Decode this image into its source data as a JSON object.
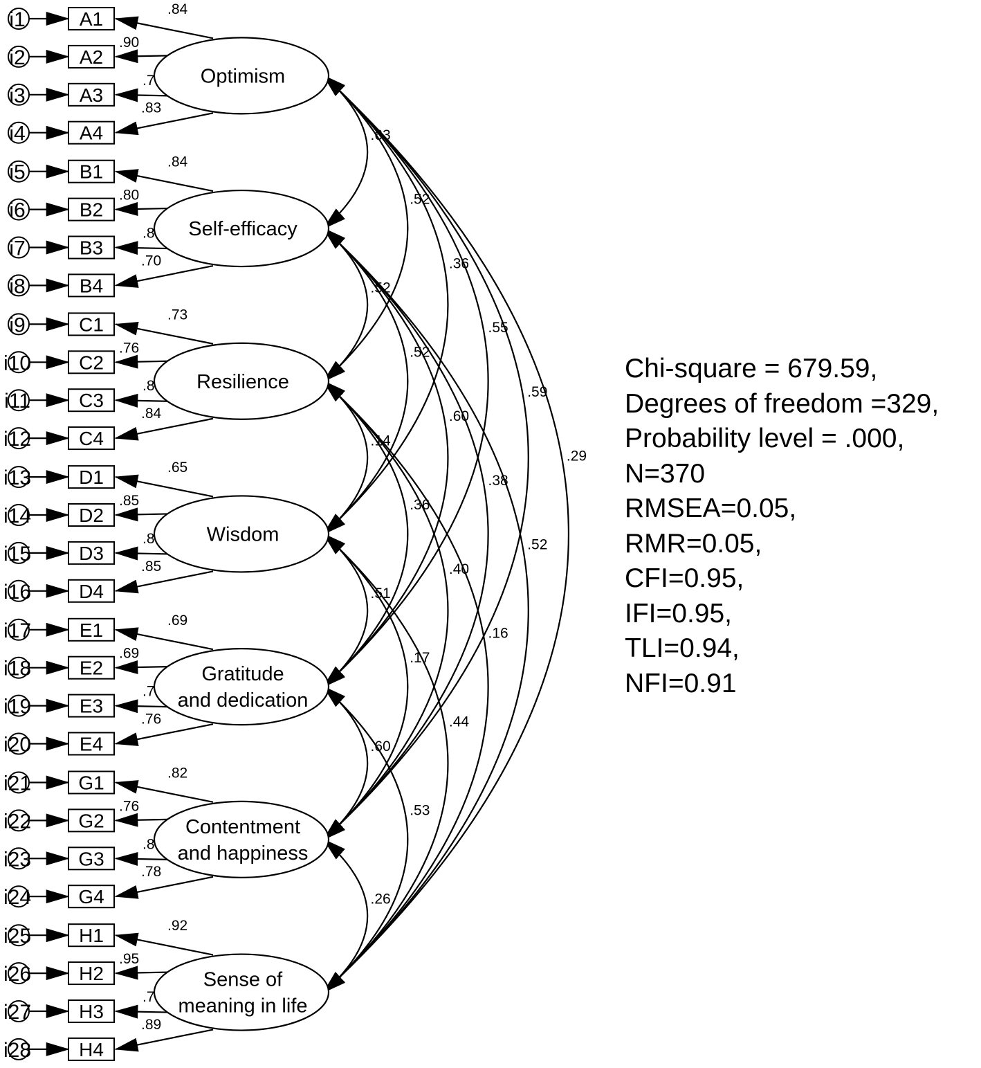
{
  "latents": [
    {
      "id": "opt",
      "lines": [
        "Optimism"
      ]
    },
    {
      "id": "se",
      "lines": [
        "Self-efficacy"
      ]
    },
    {
      "id": "res",
      "lines": [
        "Resilience"
      ]
    },
    {
      "id": "wis",
      "lines": [
        "Wisdom"
      ]
    },
    {
      "id": "gra",
      "lines": [
        "Gratitude",
        "and dedication"
      ]
    },
    {
      "id": "con",
      "lines": [
        "Contentment",
        "and happiness"
      ]
    },
    {
      "id": "mea",
      "lines": [
        "Sense of",
        "meaning in life"
      ]
    }
  ],
  "indicators": [
    {
      "label": "A1",
      "error": "i1",
      "loading": ".84",
      "factor": 0
    },
    {
      "label": "A2",
      "error": "i2",
      "loading": ".90",
      "factor": 0
    },
    {
      "label": "A3",
      "error": "i3",
      "loading": ".76",
      "factor": 0
    },
    {
      "label": "A4",
      "error": "i4",
      "loading": ".83",
      "factor": 0
    },
    {
      "label": "B1",
      "error": "i5",
      "loading": ".84",
      "factor": 1
    },
    {
      "label": "B2",
      "error": "i6",
      "loading": ".80",
      "factor": 1
    },
    {
      "label": "B3",
      "error": "i7",
      "loading": ".84",
      "factor": 1
    },
    {
      "label": "B4",
      "error": "i8",
      "loading": ".70",
      "factor": 1
    },
    {
      "label": "C1",
      "error": "i9",
      "loading": ".73",
      "factor": 2
    },
    {
      "label": "C2",
      "error": "i10",
      "loading": ".76",
      "factor": 2
    },
    {
      "label": "C3",
      "error": "i11",
      "loading": ".88",
      "factor": 2
    },
    {
      "label": "C4",
      "error": "i12",
      "loading": ".84",
      "factor": 2
    },
    {
      "label": "D1",
      "error": "i13",
      "loading": ".65",
      "factor": 3
    },
    {
      "label": "D2",
      "error": "i14",
      "loading": ".85",
      "factor": 3
    },
    {
      "label": "D3",
      "error": "i15",
      "loading": ".83",
      "factor": 3
    },
    {
      "label": "D4",
      "error": "i16",
      "loading": ".85",
      "factor": 3
    },
    {
      "label": "E1",
      "error": "i17",
      "loading": ".69",
      "factor": 4
    },
    {
      "label": "E2",
      "error": "i18",
      "loading": ".69",
      "factor": 4
    },
    {
      "label": "E3",
      "error": "i19",
      "loading": ".75",
      "factor": 4
    },
    {
      "label": "E4",
      "error": "i20",
      "loading": ".76",
      "factor": 4
    },
    {
      "label": "G1",
      "error": "i21",
      "loading": ".82",
      "factor": 5
    },
    {
      "label": "G2",
      "error": "i22",
      "loading": ".76",
      "factor": 5
    },
    {
      "label": "G3",
      "error": "i23",
      "loading": ".84",
      "factor": 5
    },
    {
      "label": "G4",
      "error": "i24",
      "loading": ".78",
      "factor": 5
    },
    {
      "label": "H1",
      "error": "i25",
      "loading": ".92",
      "factor": 6
    },
    {
      "label": "H2",
      "error": "i26",
      "loading": ".95",
      "factor": 6
    },
    {
      "label": "H3",
      "error": "i27",
      "loading": ".79",
      "factor": 6
    },
    {
      "label": "H4",
      "error": "i28",
      "loading": ".89",
      "factor": 6
    }
  ],
  "correlations": [
    {
      "from": 0,
      "to": 1,
      "value": ".63"
    },
    {
      "from": 0,
      "to": 2,
      "value": ".52"
    },
    {
      "from": 0,
      "to": 3,
      "value": ".36"
    },
    {
      "from": 0,
      "to": 4,
      "value": ".55"
    },
    {
      "from": 0,
      "to": 5,
      "value": ".59"
    },
    {
      "from": 0,
      "to": 6,
      "value": ".29"
    },
    {
      "from": 1,
      "to": 2,
      "value": ".52"
    },
    {
      "from": 1,
      "to": 3,
      "value": ".52"
    },
    {
      "from": 1,
      "to": 4,
      "value": ".60"
    },
    {
      "from": 1,
      "to": 5,
      "value": ".38"
    },
    {
      "from": 1,
      "to": 6,
      "value": ".52"
    },
    {
      "from": 2,
      "to": 3,
      "value": ".14"
    },
    {
      "from": 2,
      "to": 4,
      "value": ".36"
    },
    {
      "from": 2,
      "to": 5,
      "value": ".40"
    },
    {
      "from": 2,
      "to": 6,
      "value": ".16"
    },
    {
      "from": 3,
      "to": 4,
      "value": ".51"
    },
    {
      "from": 3,
      "to": 5,
      "value": ".17"
    },
    {
      "from": 3,
      "to": 6,
      "value": ".44"
    },
    {
      "from": 4,
      "to": 5,
      "value": ".60"
    },
    {
      "from": 4,
      "to": 6,
      "value": ".53"
    },
    {
      "from": 5,
      "to": 6,
      "value": ".26"
    }
  ],
  "fit": {
    "chi_square": "Chi-square = 679.59,",
    "df": "Degrees of freedom =329,",
    "p": "Probability level = .000,",
    "n": "N=370",
    "rmsea": "RMSEA=0.05,",
    "rmr": "RMR=0.05,",
    "cfi": "CFI=0.95,",
    "ifi": "IFI=0.95,",
    "tli": "TLI=0.94,",
    "nfi": "NFI=0.91"
  }
}
